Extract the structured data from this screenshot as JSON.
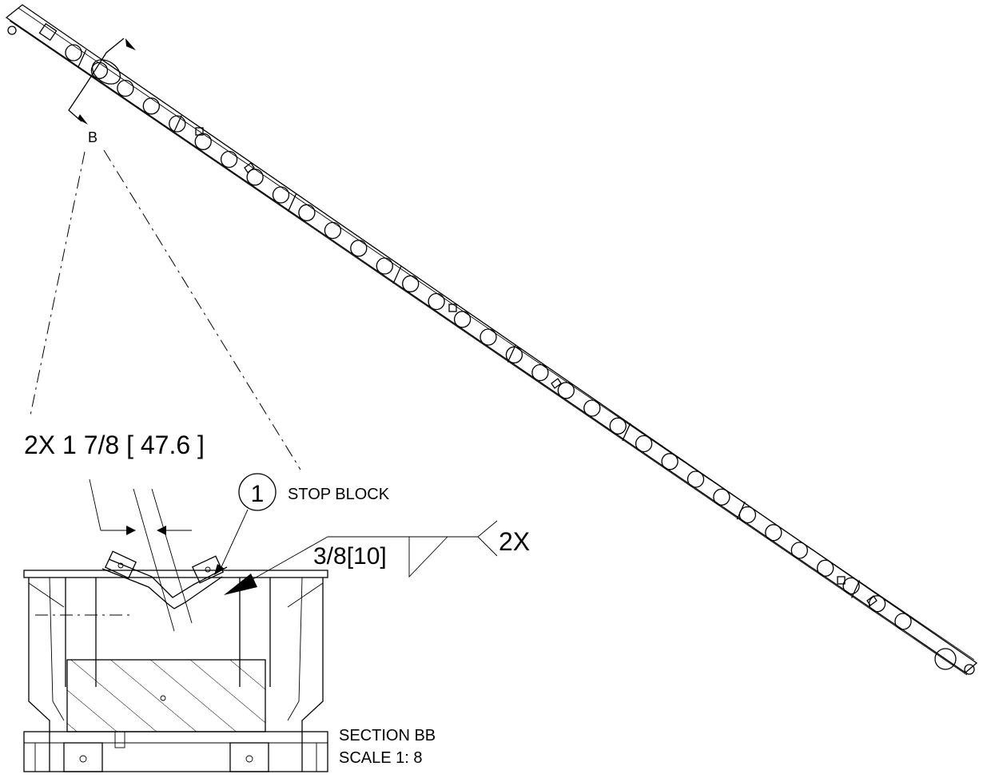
{
  "labels": {
    "section_marker": "B",
    "dimension": "2X 1 7/8 [ 47.6 ]",
    "balloon_number": "1",
    "balloon_text": "STOP BLOCK",
    "weld_size": "3/8[10]",
    "weld_qty": "2X",
    "section_title": "SECTION BB",
    "section_scale": "SCALE 1: 8"
  },
  "beam": {
    "hole_count": 33
  }
}
